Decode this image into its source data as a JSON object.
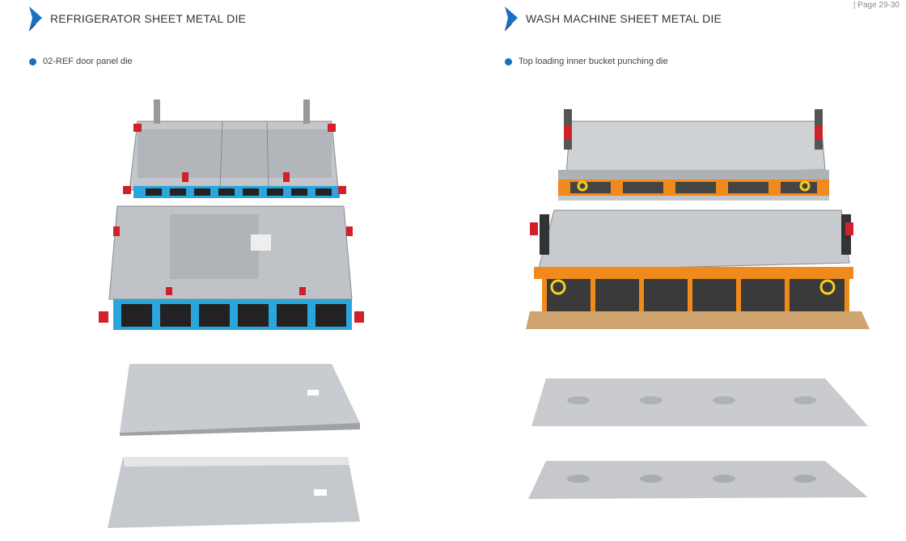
{
  "page_number": "| Page 29-30",
  "left": {
    "title": "REFRIGERATOR SHEET METAL DIE",
    "item": "02-REF door panel die"
  },
  "right": {
    "title": "WASH MACHINE SHEET METAL DIE",
    "item": "Top loading inner bucket punching die"
  },
  "colors": {
    "accent": "#1a6fc0",
    "ref_base": "#2aa6dc",
    "wash_base": "#f08a1c",
    "clamp": "#d0202a",
    "steel": "#b9bdc2"
  }
}
